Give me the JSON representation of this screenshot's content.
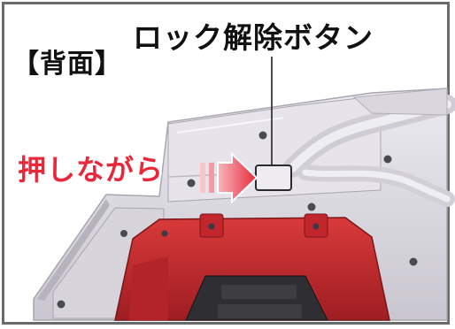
{
  "labels": {
    "section_title": "【背面】",
    "callout_label": "ロック解除ボタン",
    "action_label": "押しながら"
  },
  "colors": {
    "accent_red": "#e8283a",
    "device_red": "#c0262c",
    "device_dark": "#2f2f33",
    "device_gray": "#d9d6de",
    "frame_gray": "#6a6a6a"
  },
  "icons": {
    "arrow": "press-arrow-icon",
    "button": "lock-release-button-icon"
  }
}
